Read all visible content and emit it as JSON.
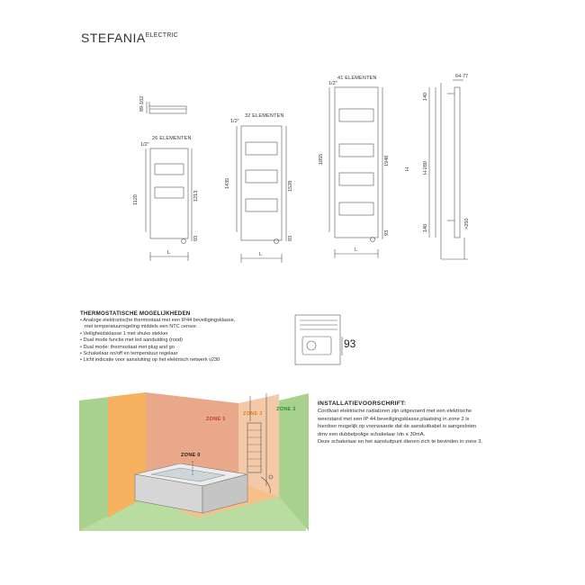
{
  "header": {
    "model": "STEFANIA",
    "suffix": "ELECTRIC"
  },
  "top_view": {
    "depth_range": "89-102"
  },
  "radiators": [
    {
      "elements": "26 ELEMENTEN",
      "connection": "1/2\"",
      "h_inner": "1120",
      "h_total": "1213",
      "offset": "93",
      "width": "L"
    },
    {
      "elements": "32 ELEMENTEN",
      "connection": "1/2\"",
      "h_inner": "1435",
      "h_total": "1528",
      "offset": "93",
      "width": "L"
    },
    {
      "elements": "41 ELEMENTEN",
      "connection": "1/2\"",
      "h_inner": "1855",
      "h_total": "1948",
      "offset": "93",
      "width": "L"
    }
  ],
  "side_view": {
    "depth": "64-77",
    "top": "140",
    "middle": "H-280",
    "height": "H",
    "bottom": "140",
    "floor": ">250"
  },
  "thermostat": {
    "title": "THERMOSTATISCHE MOGELIJKHEDEN",
    "items": [
      "• Analoge elektronische thermostaat met een IP44 beveiligingsklasse,",
      "  met temperatuurregeling middels een NTC censor.",
      "• Veiligheidsklasse 1 met shuko stekker",
      "• Dual mode functie met led aanduiding (rood)",
      "• Dual mode: thermostaat met plug and go",
      "• Schakelaar on/off en temperatuur regelaar",
      "• Licht indicatie voor aansluiting op het elektrisch netwerk v230"
    ],
    "detail_dimension": "93"
  },
  "zones": {
    "zone0": "ZONE 0",
    "zone1": "ZONE 1",
    "zone2": "ZONE 2",
    "zone3": "ZONE 3"
  },
  "installation": {
    "title": "INSTALLATIEVOORSCHRIFT:",
    "lines": [
      "Cordivari elektrische radiatoren zijn uitgevoerd met een elektrische",
      "weerstand met een IP 44 beveiligingsklasse,plaatsing in zone 2 is",
      "hierdoor mogelijk op voorwaarde dat de aansluitkabel is aangesloten",
      "dmv een dubbelpolige schakelaar Idn ≤ 30mA.",
      "Deze schakelaar en het aansluitpunt dienen zich te bevinden in zone 3."
    ]
  },
  "colors": {
    "zone_green": "#a9d18e",
    "zone_orange": "#f6b15e",
    "zone_salmon": "#e9a88a",
    "zone_peach": "#f3c9a8",
    "line": "#555555"
  }
}
